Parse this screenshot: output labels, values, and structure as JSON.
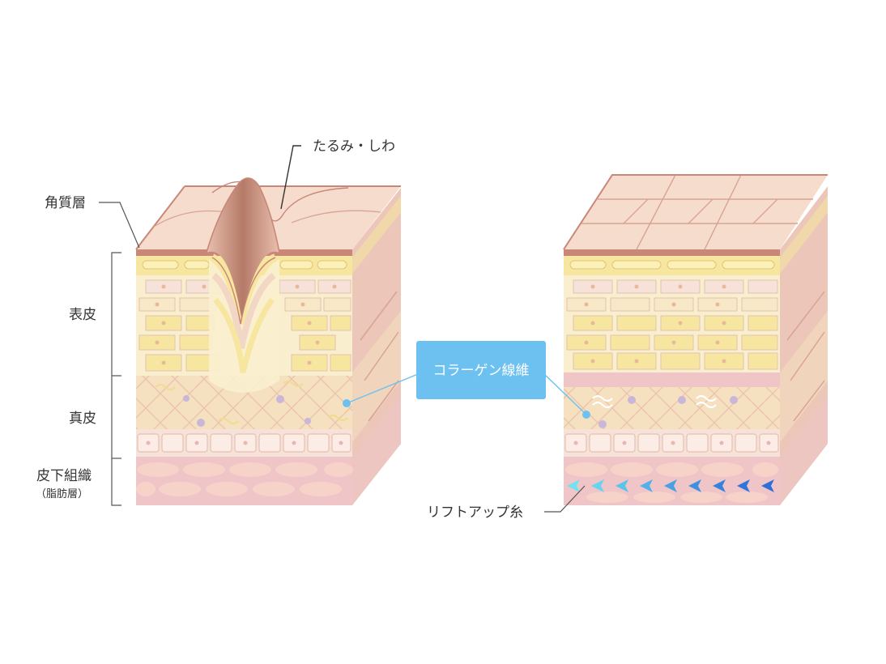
{
  "labels": {
    "sagging_wrinkle": "たるみ・しわ",
    "stratum_corneum": "角質層",
    "epidermis": "表皮",
    "dermis": "真皮",
    "subcutaneous": "皮下組織",
    "subcutaneous_sub": "（脂肪層）",
    "collagen": "コラーゲン線維",
    "lift_thread": "リフトアップ糸"
  },
  "colors": {
    "skin_top": "#f5dccc",
    "skin_top_line": "#c9877a",
    "yellow_layer": "#f6e6a0",
    "yellow_band": "#fbf0b8",
    "cell_pink": "#f7e2d9",
    "dermis": "#f5e1c0",
    "subcutaneous": "#efc5c8",
    "fat_cell": "#f6d2c8",
    "callout": "#6cc1f0",
    "thread_dark": "#2e6fd9",
    "thread_light": "#6fe4f2",
    "leader": "#555555"
  }
}
